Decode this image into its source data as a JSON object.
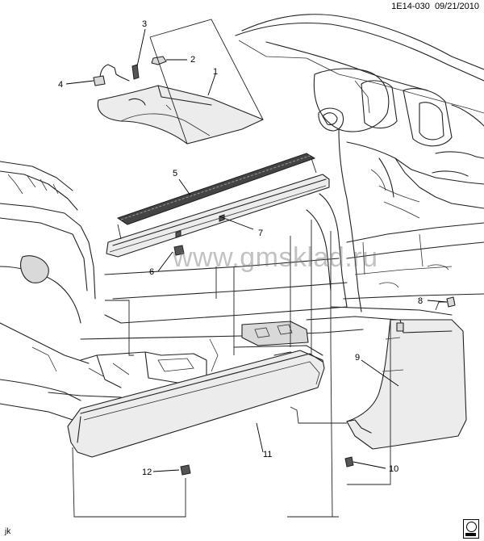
{
  "header": {
    "code": "1E14-030",
    "date": "09/21/2010"
  },
  "watermark": "www.gmsklad.ru",
  "corner_label": "jk",
  "callouts": [
    "1",
    "2",
    "3",
    "4",
    "5",
    "6",
    "7",
    "8",
    "9",
    "10",
    "11",
    "12"
  ]
}
